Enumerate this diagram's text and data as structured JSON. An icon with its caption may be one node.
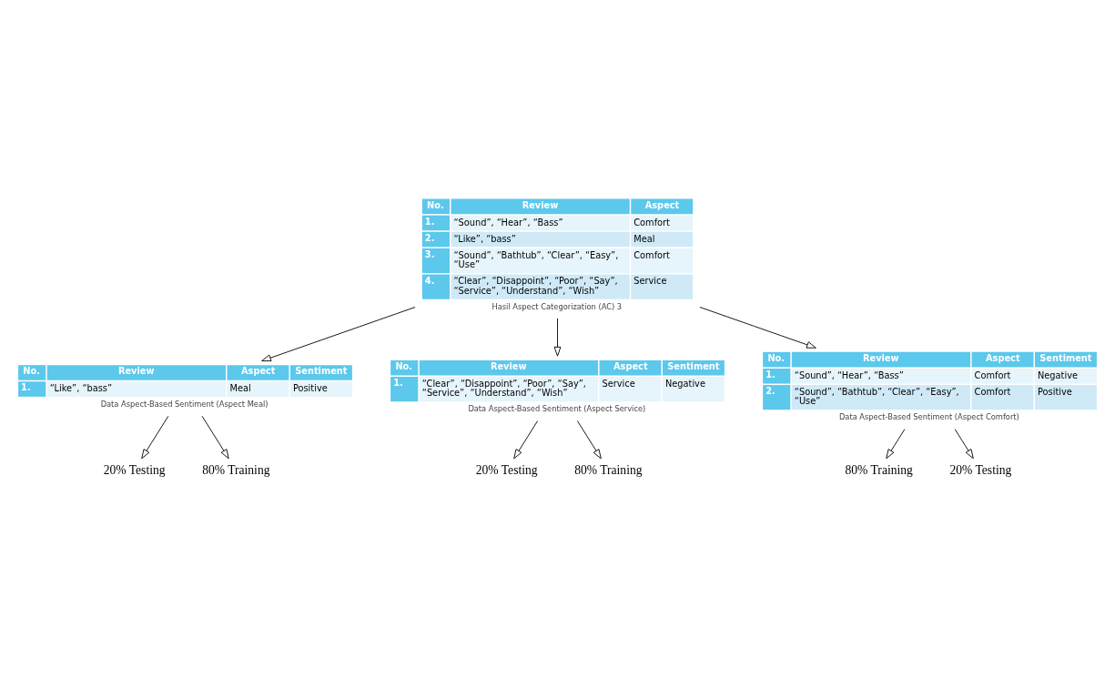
{
  "diagram": {
    "nodes": [
      {
        "text": [
          "No.",
          "Review",
          "Aspect",
          "1.",
          "“Sound”, “Hear”, “Bass”",
          "Comfort",
          "2.",
          "“Like”, “bass”",
          "Meal",
          "3.",
          "“Sound”, “Bathtub”, “Clear”, “Easy”, “Use”",
          "Comfort",
          "4.",
          "“Clear”, “Disappoint”, “Poor”, “Say”, “Service”, “Understand”, “Wish”",
          "Service"
        ],
        "beside": [
          "Hasil Aspect Categorization (AC) 3"
        ]
      },
      {
        "text": [
          "No.",
          "Review",
          "Aspect",
          "Sentiment",
          "1.",
          "“Like”, “bass”",
          "Meal",
          "Positive"
        ],
        "beside": [
          "Data Aspect-Based Sentiment (Aspect Meal)"
        ]
      },
      {
        "text": [
          "No.",
          "Review",
          "Aspect",
          "Sentiment",
          "1.",
          "“Clear”, “Disappoint”, “Poor”, “Say”, “Service”, “Understand”, “Wish”",
          "Service",
          "Negative"
        ],
        "beside": [
          "Data Aspect-Based Sentiment (Aspect Service)"
        ]
      },
      {
        "text": [
          "No.",
          "Review",
          "Aspect",
          "Sentiment",
          "1.",
          "“Sound”, “Hear”, “Bass”",
          "Comfort",
          "Negative",
          "2.",
          "“Sound”, “Bathtub”, “Clear”, “Easy”, “Use”",
          "Comfort",
          "Positive"
        ],
        "beside": [
          "Data Aspect-Based Sentiment (Aspect Comfort)"
        ]
      },
      {
        "text": [
          "20% Testing"
        ]
      },
      {
        "text": [
          "80% Training"
        ]
      },
      {
        "text": [
          "20% Testing"
        ]
      },
      {
        "text": [
          "80% Training"
        ]
      },
      {
        "text": [
          "80% Training"
        ]
      },
      {
        "text": [
          "20% Testing"
        ]
      }
    ],
    "edges": [
      {
        "from": 0,
        "to": 1,
        "arrow": "to"
      },
      {
        "from": 0,
        "to": 3,
        "arrow": "to"
      },
      {
        "from": 0,
        "to": 2,
        "arrow": "to"
      },
      {
        "from": 1,
        "to": 4,
        "arrow": "to"
      },
      {
        "from": 1,
        "to": 5,
        "arrow": "to"
      },
      {
        "from": 2,
        "to": 6,
        "arrow": "to"
      },
      {
        "from": 2,
        "to": 7,
        "arrow": "to"
      },
      {
        "from": 3,
        "to": 8,
        "arrow": "to"
      },
      {
        "from": 3,
        "to": 9,
        "arrow": "to"
      }
    ]
  }
}
